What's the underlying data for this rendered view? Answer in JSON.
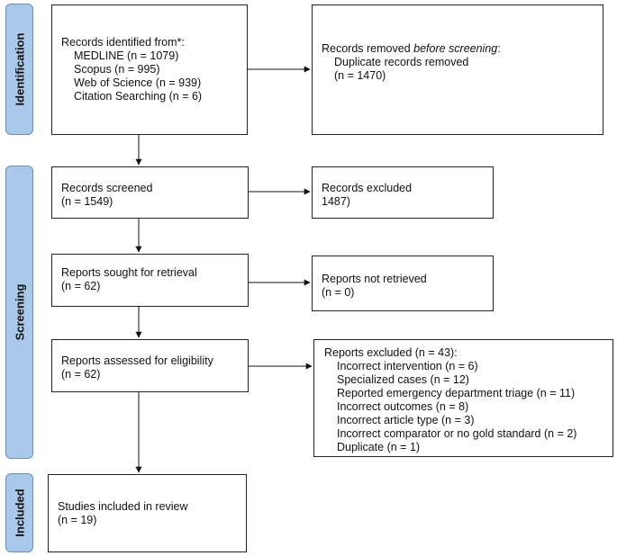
{
  "phases": {
    "identification": "Identification",
    "screening": "Screening",
    "included": "Included"
  },
  "identified": {
    "title": "Records identified from*:",
    "sources": [
      "MEDLINE (n = 1079)",
      "Scopus (n = 995)",
      "Web of Science (n = 939)",
      "Citation Searching (n = 6)"
    ]
  },
  "removed": {
    "title_prefix": "Records removed ",
    "title_emphasis": "before screening",
    "title_suffix": ":",
    "detail": "Duplicate records removed",
    "count": "(n = 1470)"
  },
  "screened": {
    "title": "Records screened",
    "count": "(n = 1549)"
  },
  "excluded": {
    "title": "Records excluded",
    "count": "1487)"
  },
  "sought": {
    "title": "Reports sought for retrieval",
    "count": "(n = 62)"
  },
  "not_retrieved": {
    "title": "Reports not retrieved",
    "count": "(n = 0)"
  },
  "assessed": {
    "title": "Reports assessed for eligibility",
    "count": "(n = 62)"
  },
  "reports_excluded": {
    "title": "Reports excluded (n = 43):",
    "reasons": [
      "Incorrect intervention (n = 6)",
      "Specialized cases (n = 12)",
      "Reported emergency department triage (n = 11)",
      "Incorrect outcomes (n = 8)",
      "Incorrect article type (n = 3)",
      "Incorrect comparator or no gold standard (n = 2)",
      "Duplicate (n = 1)"
    ]
  },
  "included": {
    "title": "Studies included in review",
    "count": "(n = 19)"
  }
}
